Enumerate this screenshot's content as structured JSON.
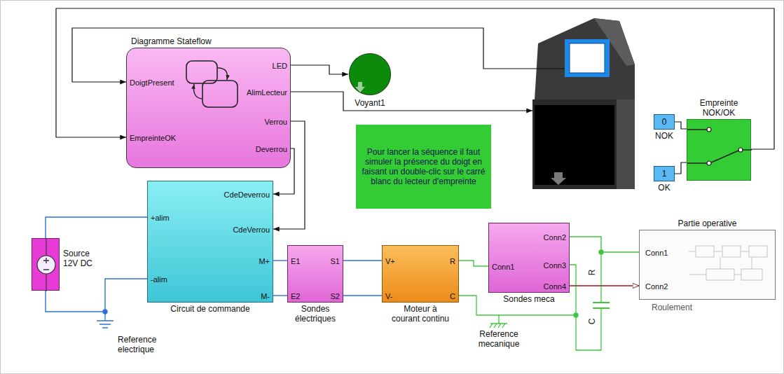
{
  "diagram": {
    "nodes": [
      {
        "text": [
          "Diagramme Stateflow",
          "DoigtPresent",
          "EmpreinteOK",
          "LED",
          "AlimLecteur",
          "Verrou",
          "Deverrou"
        ]
      },
      {
        "text": [
          "Voyant1"
        ]
      },
      {
        "text": [
          "Pour lancer la séquence il faut simuler la présence du doigt en faisant un double-clic sur le carré blanc du lecteur d'empreinte"
        ]
      },
      {
        "text": [
          "Empreinte NOK/OK"
        ]
      },
      {
        "text": [
          "0",
          "NOK"
        ]
      },
      {
        "text": [
          "1",
          "OK"
        ]
      },
      {
        "text": [
          "CdeDeverrou",
          "+alim",
          "CdeVerrou",
          "M+",
          "-alim",
          "M-",
          "Circuit de commande"
        ]
      },
      {
        "text": [
          "Source 12V DC"
        ]
      },
      {
        "text": [
          "E1",
          "S1",
          "E2",
          "S2",
          "Sondes électriques"
        ]
      },
      {
        "text": [
          "V+",
          "R",
          "V-",
          "C",
          "Moteur à courant continu"
        ]
      },
      {
        "text": [
          "Conn2",
          "Conn1",
          "Conn3",
          "Conn4",
          "Sondes meca"
        ]
      },
      {
        "text": [
          "Partie operative",
          "Conn1",
          "Conn2"
        ]
      }
    ],
    "edges": [
      {
        "from": 0,
        "to": 1,
        "arrow": "to"
      },
      {
        "from": 3,
        "to": 0,
        "arrow": "to"
      },
      {
        "from": 0,
        "to": 6,
        "arrow": "to"
      },
      {
        "from": 0,
        "to": 6,
        "arrow": "to"
      },
      {
        "from": 4,
        "to": 3,
        "arrow": "none"
      },
      {
        "from": 5,
        "to": 3,
        "arrow": "none"
      },
      {
        "from": 7,
        "to": 6,
        "arrow": "none"
      },
      {
        "from": 7,
        "to": 6,
        "arrow": "none"
      },
      {
        "from": 6,
        "to": 8,
        "arrow": "none"
      },
      {
        "from": 6,
        "to": 8,
        "arrow": "none"
      },
      {
        "from": 8,
        "to": 9,
        "arrow": "none"
      },
      {
        "from": 8,
        "to": 9,
        "arrow": "none"
      },
      {
        "from": 9,
        "to": 10,
        "arrow": "none"
      },
      {
        "from": 10,
        "to": 11,
        "arrow": "none"
      },
      {
        "from": 10,
        "to": 11,
        "arrow": "to"
      }
    ],
    "labels": [
      "Reference electrique",
      "R",
      "C",
      "Reference mecanique",
      "Roulement"
    ]
  }
}
